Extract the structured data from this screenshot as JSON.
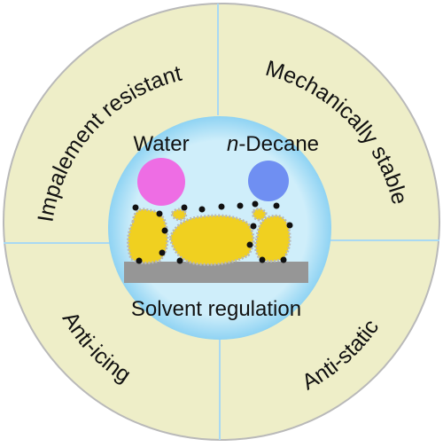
{
  "colors": {
    "ring": "#eeeec8",
    "ring_border": "#b9b9b9",
    "divider": "#a9d9f3",
    "center_fill": "#cfeefa",
    "center_edge": "#8fd3f3",
    "water": "#ee6de4",
    "decane": "#6f8ff2",
    "particle": "#f0d020",
    "substrate": "#969696",
    "dot": "#111111"
  },
  "segments": {
    "top_left": "Impalement resistant",
    "top_right": "Mechanically stable",
    "bottom_left": "Anti-icing",
    "bottom_right": "Anti-static"
  },
  "center": {
    "water_label": "Water",
    "decane_prefix": "n",
    "decane_suffix": "-Decane",
    "caption": "Solvent regulation"
  }
}
